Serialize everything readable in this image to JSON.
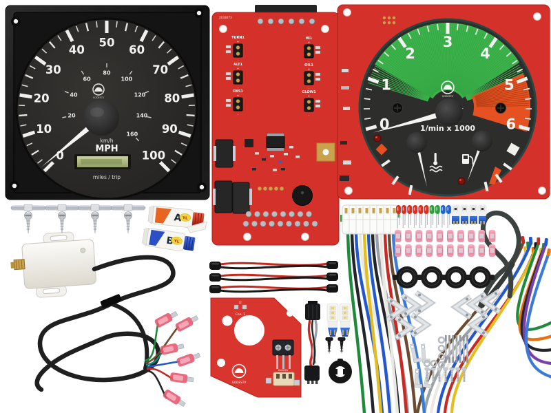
{
  "scene": {
    "description": "Product photo of an automotive instrument cluster gauge kit on white background",
    "background_color": "#ffffff",
    "pcb_red": "#d5312b",
    "dial_black": "#2a2928",
    "needle_white": "#f4f4f2",
    "zone_green": "#3bb24a",
    "zone_orange": "#e55120"
  },
  "speedometer": {
    "brand": "GODESTV",
    "unit_small": "km/h",
    "unit_big": "MPH",
    "odometer_label": "miles / trip",
    "needle_value": 0,
    "outer_scale": {
      "unit": "MPH",
      "min": 0,
      "max": 100,
      "major_step": 10,
      "labels": [
        "0",
        "10",
        "20",
        "30",
        "40",
        "50",
        "60",
        "70",
        "80",
        "90",
        "100"
      ]
    },
    "inner_scale": {
      "unit": "km/h",
      "min": 0,
      "max": 160,
      "major_step": 20,
      "labels": [
        "20",
        "40",
        "60",
        "80",
        "100",
        "120",
        "140",
        "160"
      ]
    }
  },
  "main_pcb": {
    "serial": "2033073",
    "polarity_plus": "+",
    "polarity_minus": "-",
    "terminal_labels_left": [
      "TURN1",
      "ALT1",
      "OXS1"
    ],
    "terminal_labels_right": [
      "HI1",
      "OIL1",
      "GLOW1"
    ]
  },
  "tachometer": {
    "brand": "GODESTV",
    "center_label": "1/min x 1000",
    "needle_value": 0,
    "scale": {
      "min": 0,
      "max": 6,
      "labels": [
        "0",
        "1",
        "2",
        "3",
        "4",
        "5",
        "6"
      ]
    },
    "green_zone": [
      1.3,
      4.65
    ],
    "orange_zone": [
      4.88,
      6.06
    ],
    "sub_gauges": [
      "coolant-temperature",
      "fuel-level"
    ]
  },
  "glue_tubes": {
    "tube_a": "A",
    "tube_b": "B",
    "brand": "YL"
  },
  "adapter_plate": {
    "brand": "GODESTV",
    "label_j2": "J2",
    "label_con": "Con. 2",
    "label_clock": "CLOCK1"
  },
  "hardware": {
    "screw_assemblies": 4,
    "jumper_wires": 3,
    "led_colors": [
      "red",
      "red",
      "red",
      "red",
      "red",
      "red",
      "green",
      "green",
      "blue",
      "blue"
    ],
    "led_palette": {
      "red": "#d93025",
      "green": "#2f9e3d",
      "blue": "#2563c9"
    },
    "t10_bulbs": 4,
    "t5_bulbs": 2,
    "heatshrink_per_row": 10,
    "heatshrink_rows": 2,
    "heatshrink_color": "#ef8fa6",
    "grommets": 4,
    "brackets": 9,
    "standoffs": 7,
    "machine_screws": 7,
    "washers": 6,
    "clips": 4,
    "spade_connectors": 6
  },
  "harness": {
    "connector_pins": 16,
    "wire_colors": [
      "#1f8a3b",
      "#23242a",
      "#2257cf",
      "#e9e9e4",
      "#e3bd22",
      "#2257cf",
      "#23242a",
      "#9aa0a6",
      "#e9e9e4",
      "#c62a22",
      "#6b4a2f",
      "#3a7bd5"
    ]
  },
  "right_bundle": {
    "wire_colors": [
      "#6b4a2f",
      "#9aa0a6",
      "#e9e9e4",
      "#2257cf",
      "#c62a22",
      "#e3bd22",
      "#1f8a3b",
      "#e8720c",
      "#23242a",
      "#7a3fa8",
      "#3a7bd5"
    ],
    "sleeve_colors": [
      "#c62a22",
      "#e3bd22",
      "#1f8a3b",
      "#2257cf",
      "#e8720c",
      "#111111",
      "#c62a22",
      "#e3bd22",
      "#1f8a3b",
      "#2257cf",
      "#e8720c"
    ]
  },
  "spade_wires": {
    "colors": [
      "#1f8a3b",
      "#6b4a2f",
      "#14857a",
      "#2257cf",
      "#c62a22",
      "#23242a"
    ]
  }
}
